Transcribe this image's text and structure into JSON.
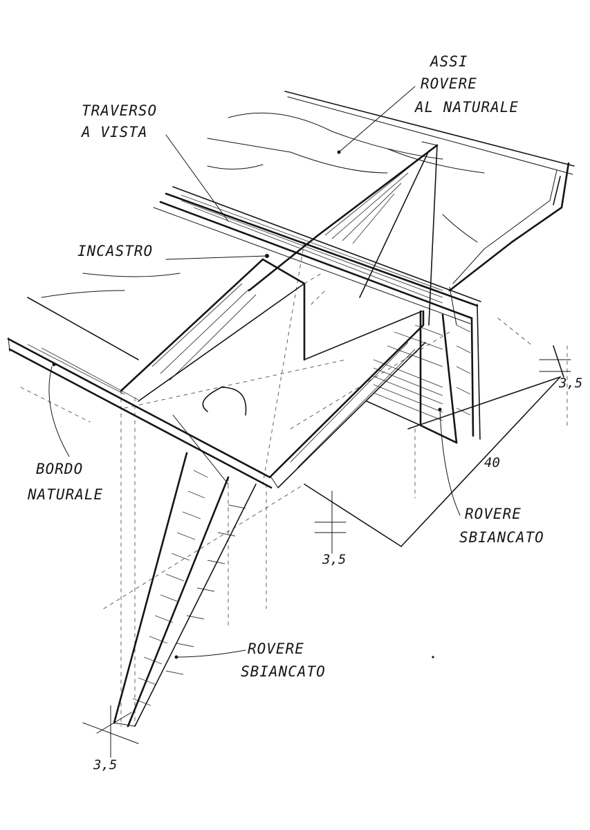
{
  "labels": {
    "assi_line1": "ASSI",
    "assi_line2": "ROVERE",
    "assi_line3": "AL NATURALE",
    "traverso_line1": "TRAVERSO",
    "traverso_line2": "A VISTA",
    "incastro": "INCASTRO",
    "bordo_line1": "BORDO",
    "bordo_line2": "NATURALE",
    "rovere_right_line1": "ROVERE",
    "rovere_right_line2": "SBIANCATO",
    "rovere_leg_line1": "ROVERE",
    "rovere_leg_line2": "SBIANCATO"
  },
  "dimensions": {
    "right_thickness": "3,5",
    "right_length": "40",
    "front_thickness": "3,5",
    "leg_thickness": "3,5"
  }
}
